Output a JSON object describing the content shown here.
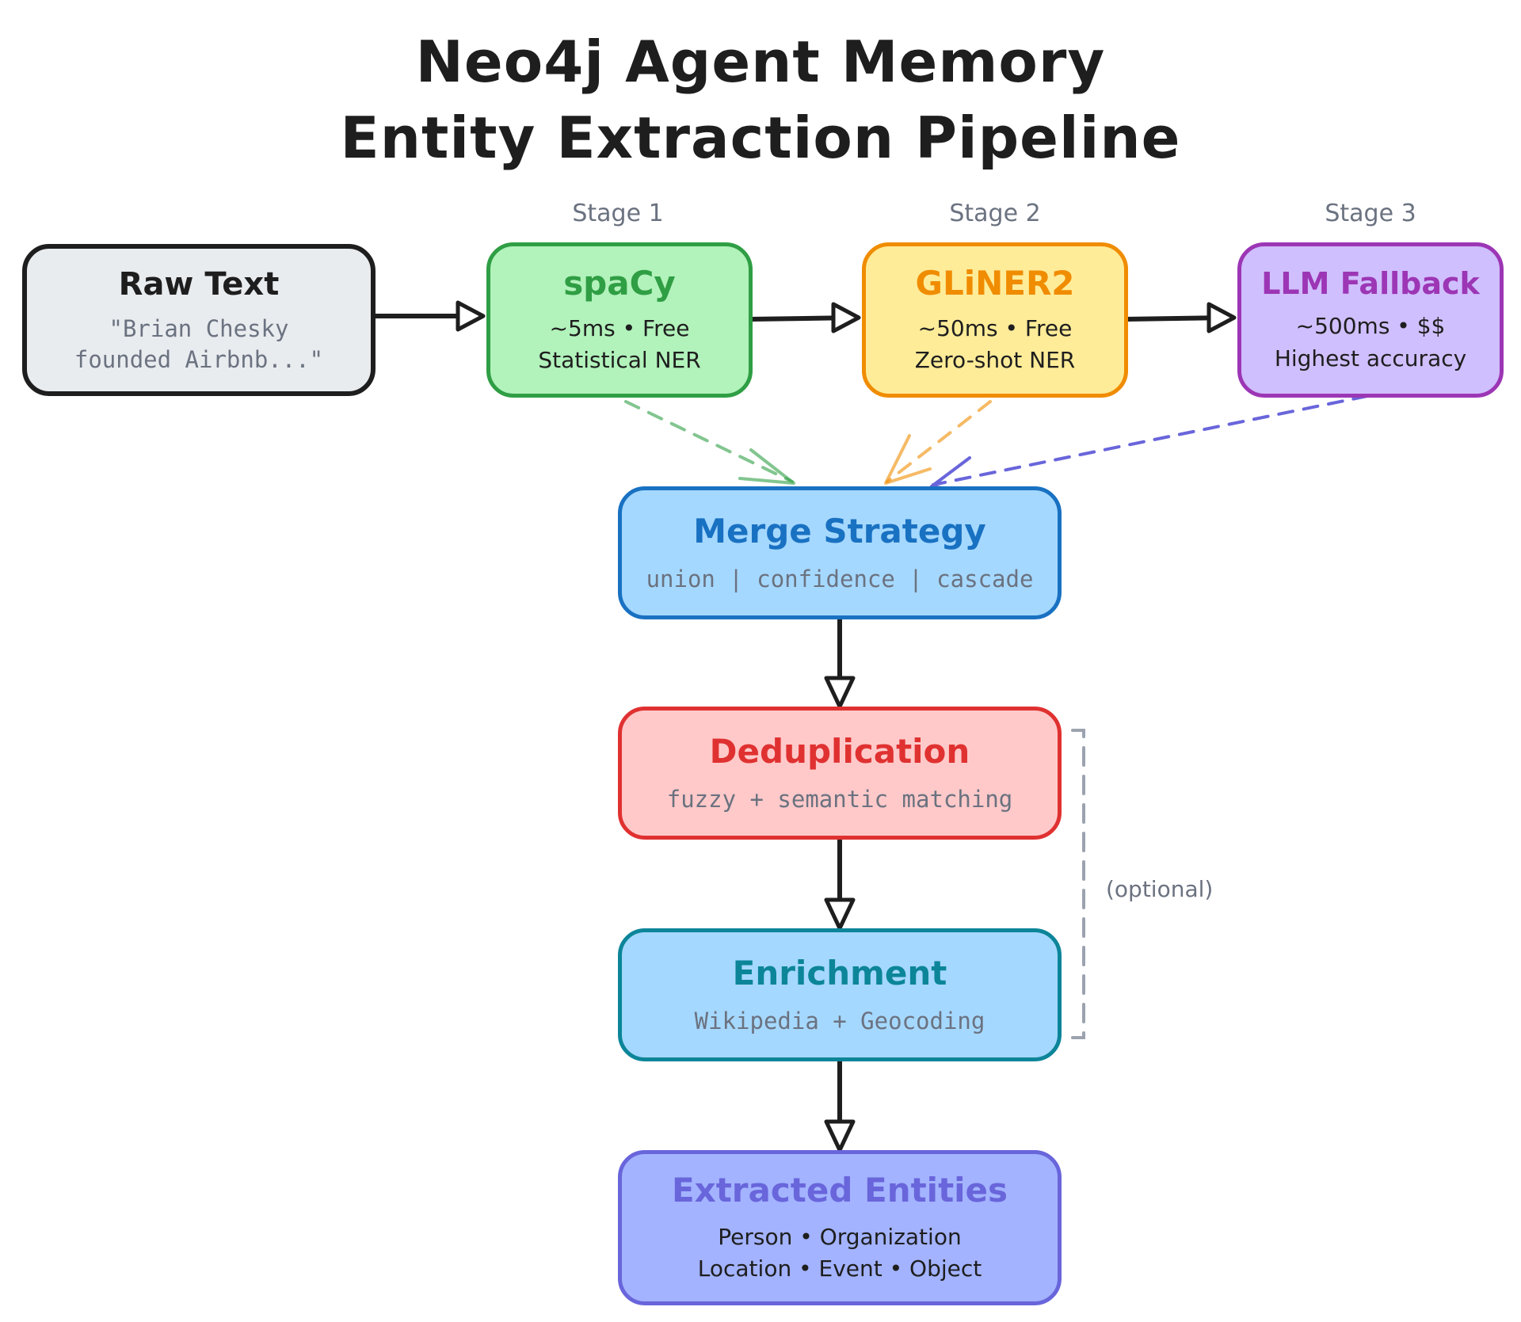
{
  "title": {
    "line1": "Neo4j Agent Memory",
    "line2": "Entity Extraction Pipeline"
  },
  "stages": {
    "stage1": "Stage 1",
    "stage2": "Stage 2",
    "stage3": "Stage 3"
  },
  "nodes": {
    "raw_text": {
      "name": "Raw Text",
      "line1": "\"Brian Chesky",
      "line2": "founded Airbnb...\""
    },
    "spacy": {
      "name": "spaCy",
      "line1": "~5ms • Free",
      "line2": "Statistical NER"
    },
    "gliner": {
      "name": "GLiNER2",
      "line1": "~50ms • Free",
      "line2": "Zero-shot NER"
    },
    "llm": {
      "name": "LLM Fallback",
      "line1": "~500ms • $$",
      "line2": "Highest accuracy"
    },
    "merge": {
      "name": "Merge Strategy",
      "detail": "union | confidence | cascade"
    },
    "dedup": {
      "name": "Deduplication",
      "detail": "fuzzy + semantic matching"
    },
    "enrich": {
      "name": "Enrichment",
      "detail": "Wikipedia + Geocoding"
    },
    "entities": {
      "name": "Extracted Entities",
      "line1": "Person • Organization",
      "line2": "Location • Event • Object"
    }
  },
  "optional_label": "(optional)",
  "colors": {
    "raw_fill": "#e9ecef",
    "raw_stroke": "#1e1e1e",
    "raw_name": "#1e1e1e",
    "spacy_fill": "#b2f2bb",
    "spacy_stroke": "#2f9e44",
    "spacy_name": "#2f9e44",
    "gliner_fill": "#ffec99",
    "gliner_stroke": "#f08c00",
    "gliner_name": "#f08c00",
    "llm_fill": "#d0bfff",
    "llm_stroke": "#9c36b5",
    "llm_name": "#9c36b5",
    "merge_fill": "#a5d8ff",
    "merge_stroke": "#1971c2",
    "merge_name": "#1971c2",
    "dedup_fill": "#ffc9c9",
    "dedup_stroke": "#e03131",
    "dedup_name": "#e03131",
    "enrich_fill": "#a5d8ff",
    "enrich_stroke": "#0c8599",
    "enrich_name": "#0c8599",
    "entities_fill": "#a3b3ff",
    "entities_stroke": "#6965db",
    "entities_name": "#6965db",
    "arrow": "#1e1e1e",
    "muted": "#6b7280"
  }
}
